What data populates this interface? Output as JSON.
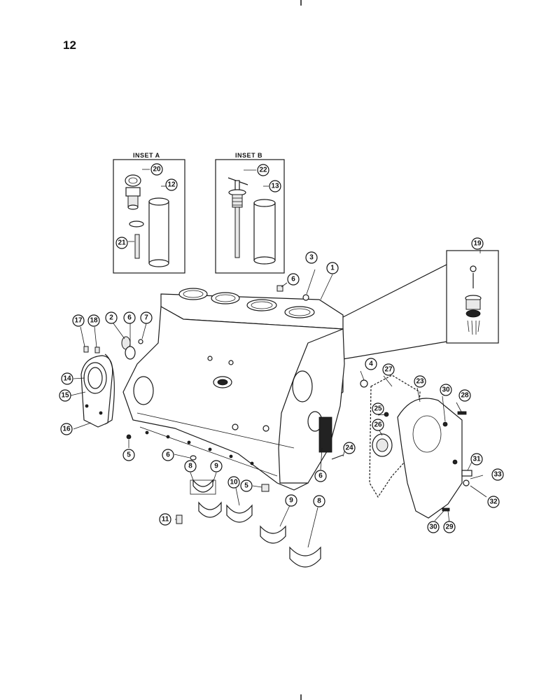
{
  "page": {
    "number": "12"
  },
  "insets": [
    {
      "id": "A",
      "title": "INSET A"
    },
    {
      "id": "B",
      "title": "INSET B"
    }
  ],
  "callouts": [
    "20",
    "12",
    "21",
    "22",
    "13",
    "19",
    "3",
    "6",
    "1",
    "17",
    "18",
    "2",
    "6",
    "7",
    "14",
    "15",
    "16",
    "5",
    "4",
    "27",
    "23",
    "30",
    "28",
    "25",
    "26",
    "24",
    "6",
    "6",
    "8",
    "9",
    "5",
    "10",
    "9",
    "8",
    "11",
    "31",
    "33",
    "32",
    "30",
    "29"
  ]
}
